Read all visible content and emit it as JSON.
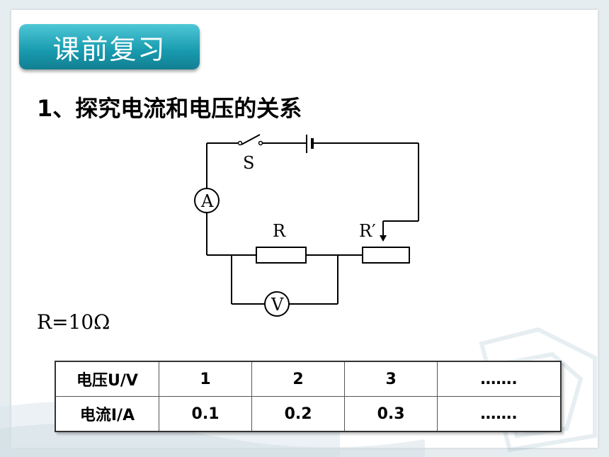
{
  "badge": {
    "text": "课前复习"
  },
  "heading": {
    "text": "1、探究电流和电压的关系"
  },
  "circuit": {
    "switch_label": "S",
    "ammeter_label": "A",
    "voltmeter_label": "V",
    "resistor_label": "R",
    "rheostat_label": "R′"
  },
  "resistance": {
    "text": "R=10Ω"
  },
  "table": {
    "rows": [
      {
        "header": "电压U/V",
        "cells": [
          "1",
          "2",
          "3",
          "……."
        ]
      },
      {
        "header": "电流I/A",
        "cells": [
          "0.1",
          "0.2",
          "0.3",
          "……."
        ]
      }
    ]
  }
}
